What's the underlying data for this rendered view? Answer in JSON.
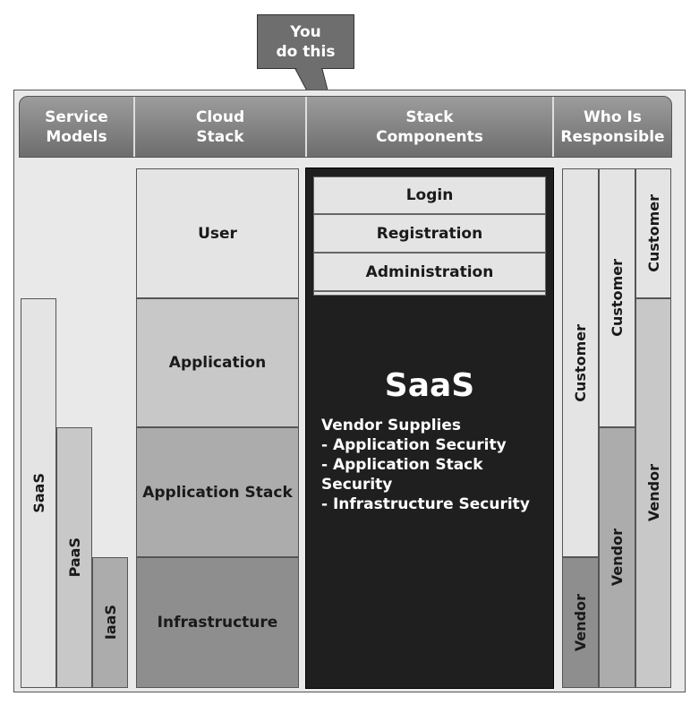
{
  "callout": {
    "line1": "You",
    "line2": "do this"
  },
  "header": {
    "service_models": "Service\nModels",
    "cloud_stack": "Cloud\nStack",
    "stack_components": "Stack\nComponents",
    "who_responsible": "Who Is\nResponsible"
  },
  "service_models": [
    "SaaS",
    "PaaS",
    "IaaS"
  ],
  "cloud_stack": [
    "User",
    "Application",
    "Application Stack",
    "Infrastructure"
  ],
  "stack_components": {
    "items": [
      "Login",
      "Registration",
      "Administration"
    ],
    "title": "SaaS",
    "supplies_heading": "Vendor Supplies",
    "supplies": [
      "- Application Security",
      "- Application Stack Security",
      "- Infrastructure Security"
    ]
  },
  "responsible": {
    "col1": {
      "top": "Customer",
      "bottom": "Vendor"
    },
    "col2": {
      "top": "Customer",
      "bottom": "Vendor"
    },
    "col3": {
      "top": "Customer",
      "bottom": "Vendor"
    }
  },
  "colors": {
    "light": "#e4e4e4",
    "mid": "#c8c8c8",
    "darker": "#acacac",
    "darkest": "#8e8e8e",
    "panel": "#1f1f1f"
  }
}
